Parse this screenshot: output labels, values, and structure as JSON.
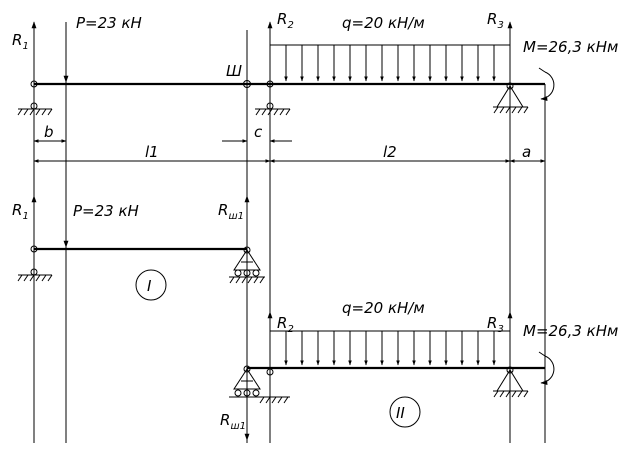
{
  "scheme_top": {
    "label_r1": "R",
    "label_r1_sub": "1",
    "label_p": "P=23 кН",
    "label_hinge": "Ш",
    "label_r2": "R",
    "label_r2_sub": "2",
    "label_q": "q=20 кН/м",
    "label_r3": "R",
    "label_r3_sub": "3",
    "label_m": "M=26,3 кНм"
  },
  "dimensions": {
    "b": "b",
    "c": "c",
    "l1": "l1",
    "l2": "l2",
    "a": "a"
  },
  "beam_1": {
    "label_r1": "R",
    "label_r1_sub": "1",
    "label_p": "P=23 кН",
    "label_rsh": "R",
    "label_rsh_sub": "ш1",
    "roman": "I"
  },
  "beam_2": {
    "label_r2": "R",
    "label_r2_sub": "2",
    "label_q": "q=20 кН/м",
    "label_r3": "R",
    "label_r3_sub": "3",
    "label_m": "M=26,3 кНм",
    "label_rsh": "R",
    "label_rsh_sub": "ш1",
    "roman": "II"
  }
}
